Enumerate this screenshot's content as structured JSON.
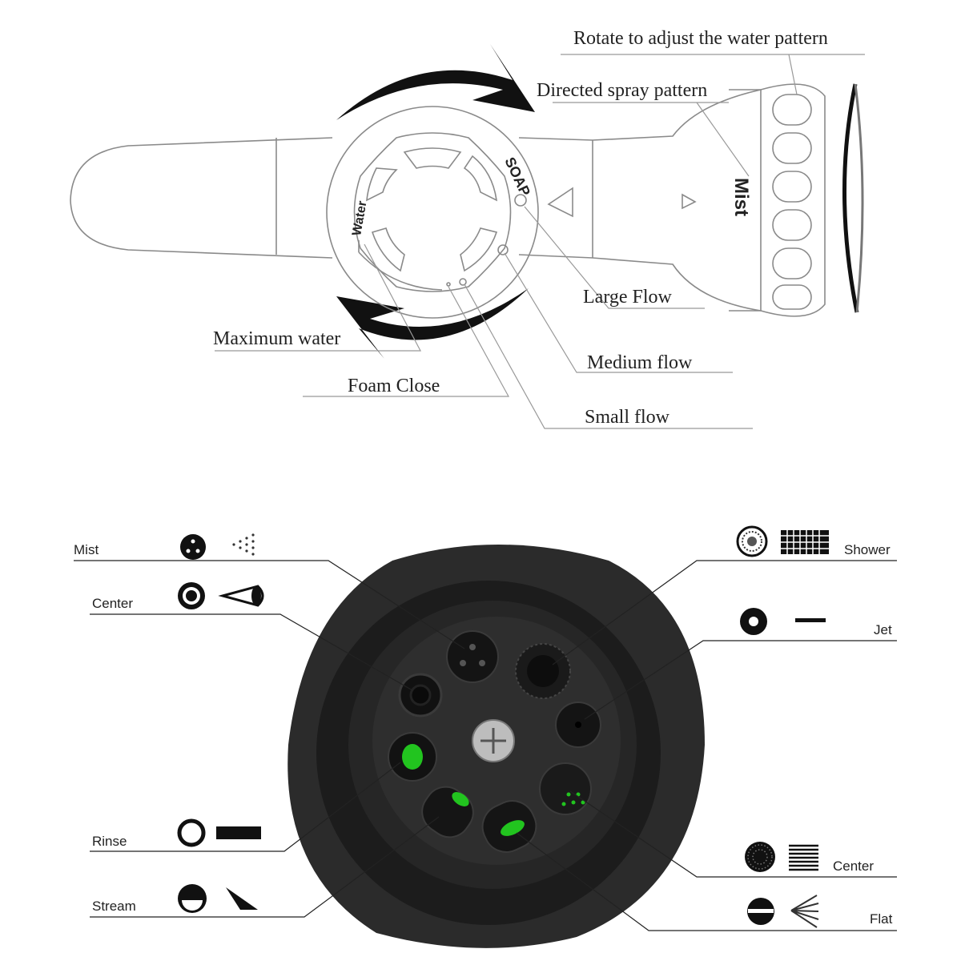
{
  "top_diagram": {
    "labels": {
      "rotate": "Rotate to adjust the water pattern",
      "directed": "Directed spray pattern",
      "large_flow": "Large Flow",
      "medium_flow": "Medium flow",
      "small_flow": "Small flow",
      "maximum_water": "Maximum water",
      "foam_close": "Foam Close"
    },
    "dial_text": {
      "soap": "SOAP",
      "water": "Water"
    },
    "mist_text": "Mist"
  },
  "bottom_diagram": {
    "left": [
      {
        "label": "Mist",
        "icons": [
          "three-dots-circle-icon",
          "mist-spray-icon"
        ]
      },
      {
        "label": "Center",
        "icons": [
          "ring-with-dot-icon",
          "cone-spray-icon"
        ]
      },
      {
        "label": "Rinse",
        "icons": [
          "open-ring-icon",
          "solid-bar-icon"
        ]
      },
      {
        "label": "Stream",
        "icons": [
          "half-filled-circle-icon",
          "wedge-stream-icon"
        ]
      }
    ],
    "right": [
      {
        "label": "Shower",
        "icons": [
          "dotted-ring-icon",
          "grid-spray-icon"
        ]
      },
      {
        "label": "Jet",
        "icons": [
          "thick-ring-icon",
          "dash-line-icon"
        ]
      },
      {
        "label": "Center",
        "icons": [
          "dotted-disc-icon",
          "lined-block-icon"
        ]
      },
      {
        "label": "Flat",
        "icons": [
          "split-circle-icon",
          "fan-spray-icon"
        ]
      }
    ],
    "colors": {
      "nozzle": "#1f1f1f",
      "accent_green": "#22c41f"
    }
  }
}
